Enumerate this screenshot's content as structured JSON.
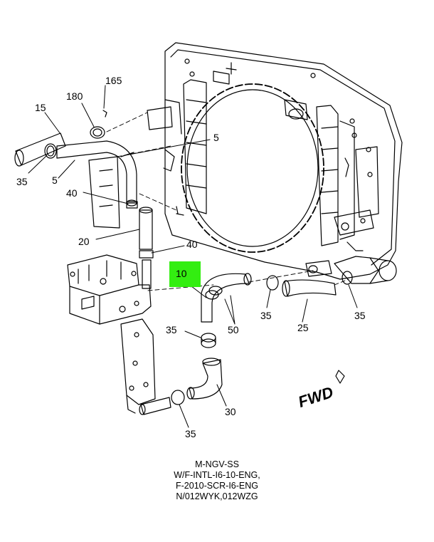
{
  "callouts": {
    "c165": "165",
    "c180": "180",
    "c15": "15",
    "c5a": "5",
    "c5b": "5",
    "c35a": "35",
    "c40a": "40",
    "c20": "20",
    "c40b": "40",
    "c10": "10",
    "c35b": "35",
    "c50": "50",
    "c35c": "35",
    "c25": "25",
    "c35d": "35",
    "c30": "30",
    "c35e": "35"
  },
  "fwd_label": "FWD",
  "caption": {
    "line1": "M-NGV-SS",
    "line2": "W/F-INTL-I6-10-ENG,",
    "line3": "F-2010-SCR-I6-ENG",
    "line4": "N/012WYK,012WZG"
  },
  "colors": {
    "highlight": "#33ee11",
    "line": "#000000"
  }
}
